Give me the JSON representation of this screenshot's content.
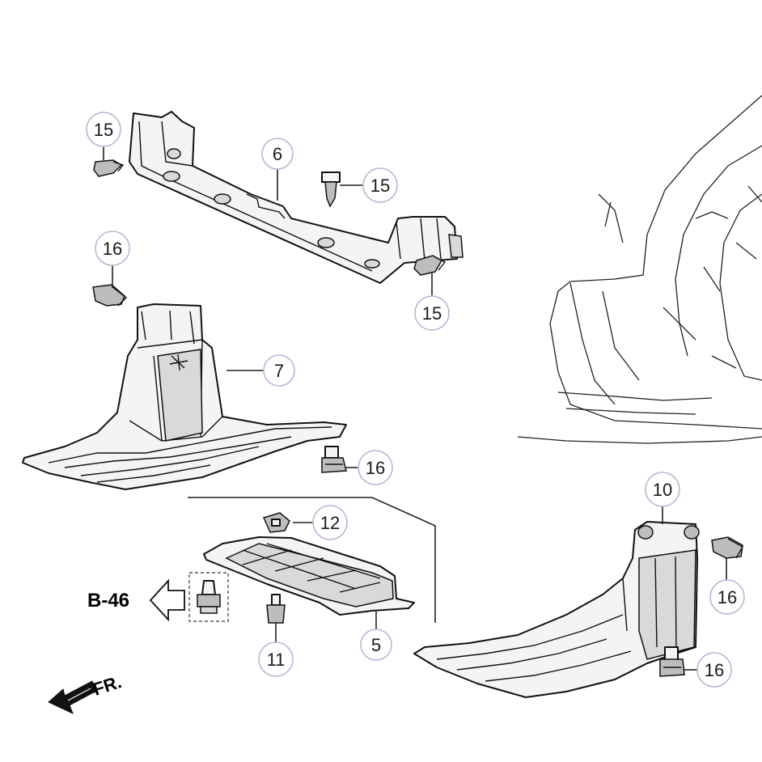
{
  "callouts": {
    "c15a": "15",
    "c15b": "15",
    "c15c": "15",
    "c6": "6",
    "c16a": "16",
    "c7": "7",
    "c16b": "16",
    "c12": "12",
    "c10": "10",
    "c16c": "16",
    "c5": "5",
    "c11": "11",
    "c16d": "16"
  },
  "reference": {
    "label": "B-46"
  },
  "direction": {
    "label": "FR."
  },
  "colors": {
    "line": "#111111",
    "callout_ring": "#b7b7d6",
    "part_fill": "#f4f4f4"
  }
}
